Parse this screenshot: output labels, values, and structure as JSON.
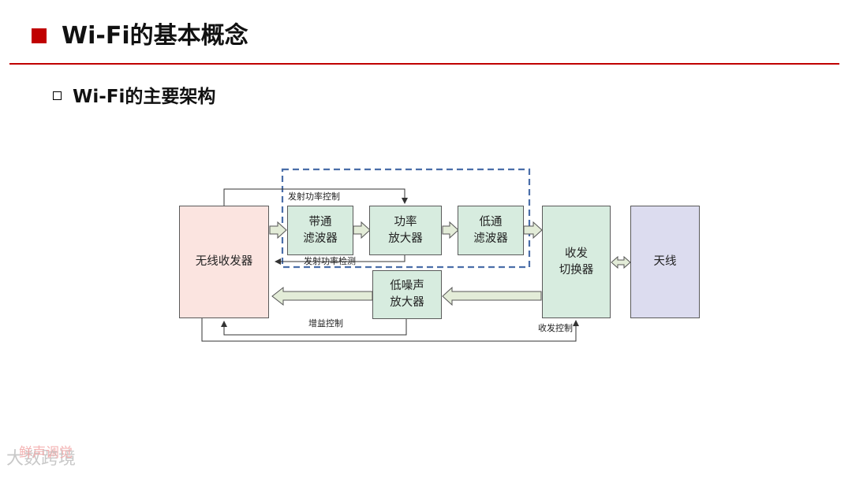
{
  "title": "Wi-Fi的基本概念",
  "subtitle": "Wi-Fi的主要架构",
  "colors": {
    "accent": "#c00000",
    "block_green": "#d7ecdf",
    "block_pink": "#fbe4e0",
    "block_lavender": "#dcdcef",
    "dashed_border": "#4a6ea9"
  },
  "blocks": {
    "transceiver": "无线收发器",
    "bandpass": "带通\n滤波器",
    "pa": "功率\n放大器",
    "lowpass": "低通\n滤波器",
    "switch": "收发\n切换器",
    "antenna": "天线",
    "lna": "低噪声\n放大器"
  },
  "labels": {
    "tx_power_control": "发射功率控制",
    "tx_power_detect": "发射功率检测",
    "gain_control": "增益控制",
    "txrx_control": "收发控制"
  },
  "watermark": {
    "text": "大数跨境",
    "overlay": "鲜声调觉"
  }
}
